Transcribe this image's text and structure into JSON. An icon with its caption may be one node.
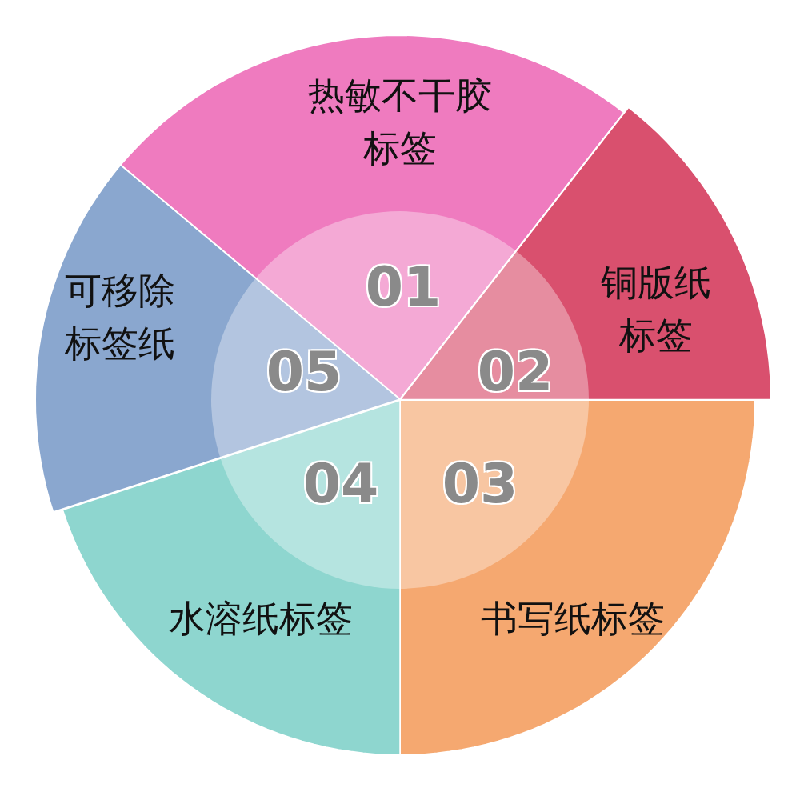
{
  "diagram": {
    "nodes": [
      {
        "text": [
          "热敏不干胶标签",
          "01"
        ]
      },
      {
        "text": [
          "铜版纸标签",
          "02"
        ]
      },
      {
        "text": [
          "03",
          "书写纸标签"
        ]
      },
      {
        "text": [
          "04",
          "水溶纸标签"
        ]
      },
      {
        "text": [
          "可移除标签纸",
          "05"
        ]
      }
    ]
  }
}
